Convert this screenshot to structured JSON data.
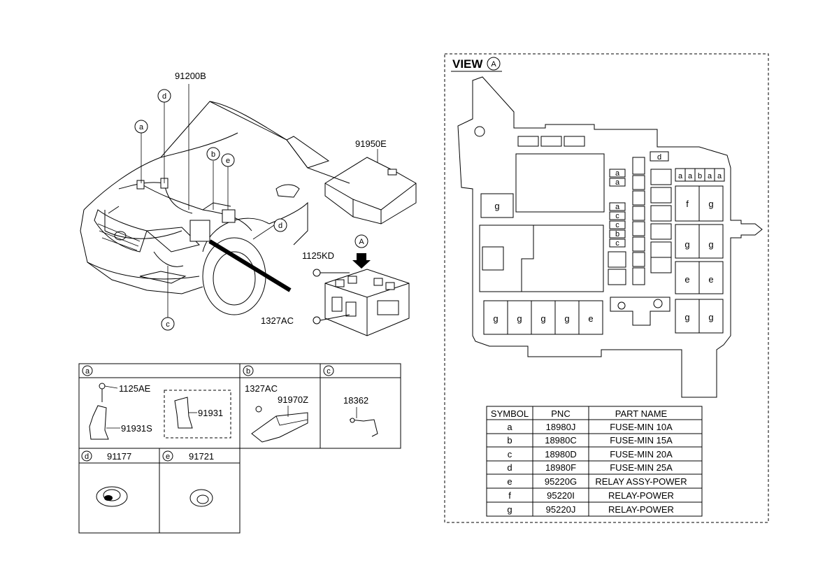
{
  "main_view": {
    "callouts": {
      "harness_number": "91200B",
      "fuse_box_cover_number": "91950E",
      "bolt_number": "1125KD",
      "nut_number": "1327AC",
      "view_marker": "A"
    },
    "location_markers": [
      "a",
      "d",
      "b",
      "e",
      "d",
      "c"
    ]
  },
  "detail_panels": {
    "a": {
      "tag": "a",
      "parts": [
        "1125AE",
        "91931S",
        "91931"
      ]
    },
    "b": {
      "tag": "b",
      "parts": [
        "1327AC",
        "91970Z"
      ]
    },
    "c": {
      "tag": "c",
      "parts": [
        "18362"
      ]
    },
    "d": {
      "tag": "d",
      "part": "91177"
    },
    "e": {
      "tag": "e",
      "part": "91721"
    }
  },
  "view_a": {
    "title": "VIEW",
    "marker": "A",
    "slot_labels": {
      "left_relay": "g",
      "top_fuse": "d",
      "fuses_10a": [
        "a",
        "a"
      ],
      "fuses_right_row": [
        "a",
        "a",
        "b",
        "a",
        "a"
      ],
      "fuses_mid_column": [
        "a",
        "c",
        "c",
        "b",
        "c"
      ],
      "right_relays": [
        "f",
        "g",
        "g",
        "g",
        "e",
        "e",
        "g",
        "g"
      ],
      "bottom_relays": [
        "g",
        "g",
        "g",
        "g",
        "e"
      ]
    },
    "legend": {
      "headers": [
        "SYMBOL",
        "PNC",
        "PART NAME"
      ],
      "rows": [
        [
          "a",
          "18980J",
          "FUSE-MIN 10A"
        ],
        [
          "b",
          "18980C",
          "FUSE-MIN 15A"
        ],
        [
          "c",
          "18980D",
          "FUSE-MIN 20A"
        ],
        [
          "d",
          "18980F",
          "FUSE-MIN 25A"
        ],
        [
          "e",
          "95220G",
          "RELAY ASSY-POWER"
        ],
        [
          "f",
          "95220I",
          "RELAY-POWER"
        ],
        [
          "g",
          "95220J",
          "RELAY-POWER"
        ]
      ]
    }
  }
}
